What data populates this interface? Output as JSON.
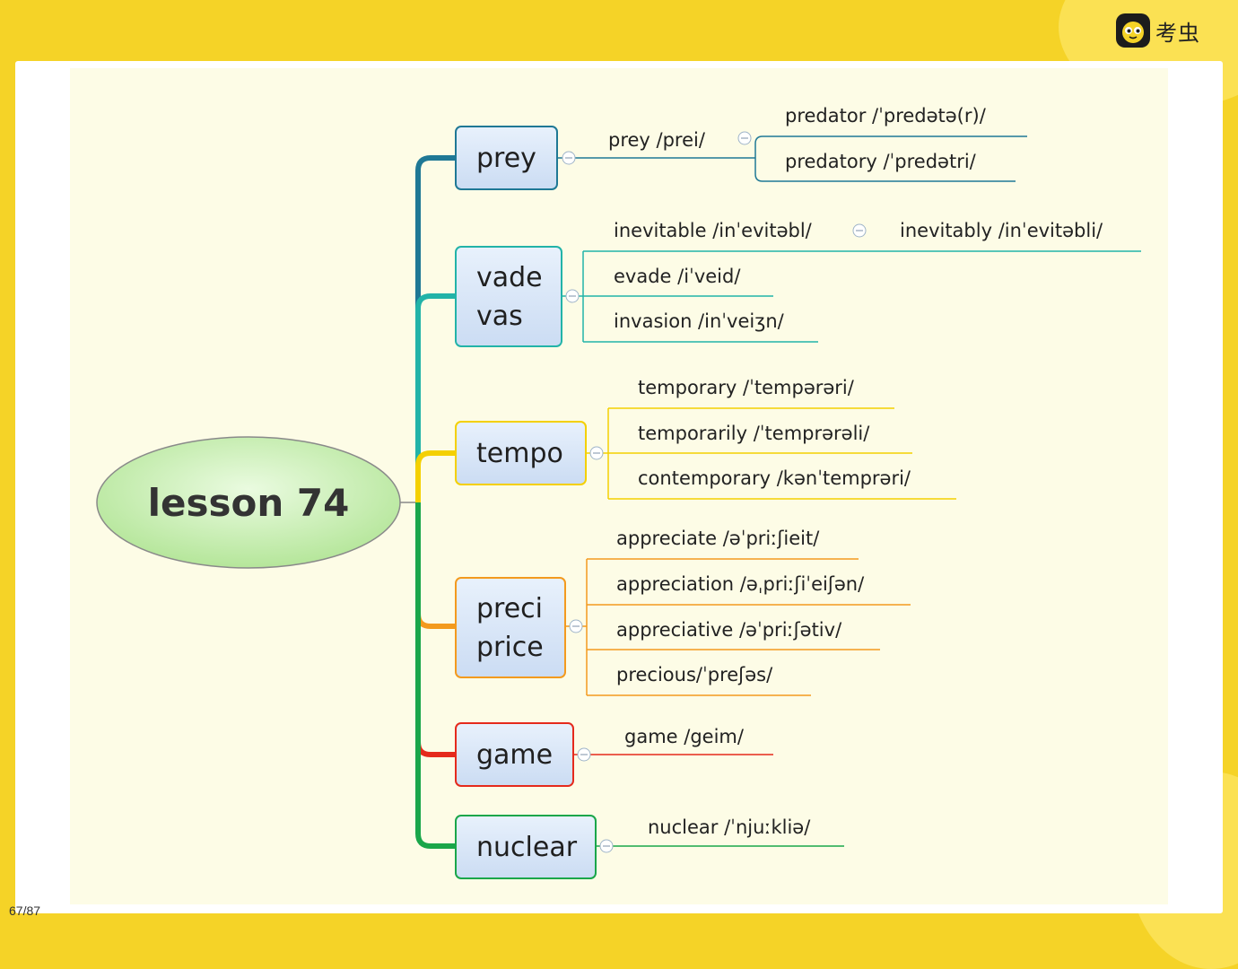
{
  "brand": {
    "name": "考虫",
    "icon": "bug-face-icon"
  },
  "page_indicator": "67/87",
  "mindmap": {
    "root": "lesson 74",
    "branches": [
      {
        "key": "prey",
        "lines": [
          "prey"
        ],
        "color": "#1f7895",
        "children": [
          {
            "text": "prey /prei/",
            "children": [
              "predator /ˈpredətə(r)/",
              "predatory /ˈpredətri/"
            ]
          }
        ]
      },
      {
        "key": "vade",
        "lines": [
          "vade",
          "vas"
        ],
        "color": "#22b3a8",
        "children": [
          {
            "text": "inevitable  /inˈevitəbl/",
            "children": [
              "inevitably  /inˈevitəbli/"
            ]
          },
          {
            "text": "evade /iˈveid/"
          },
          {
            "text": "invasion /inˈveiʒn/"
          }
        ]
      },
      {
        "key": "tempo",
        "lines": [
          "tempo"
        ],
        "color": "#f4d000",
        "children": [
          {
            "text": "temporary /ˈtempərəri/"
          },
          {
            "text": "temporarily  /ˈtemprərəli/"
          },
          {
            "text": "contemporary /kənˈtemprəri/"
          }
        ]
      },
      {
        "key": "preci",
        "lines": [
          "preci",
          "price"
        ],
        "color": "#f39a1e",
        "children": [
          {
            "text": "appreciate /əˈpriːʃieit/"
          },
          {
            "text": "appreciation  /əˌpriːʃiˈeiʃən/"
          },
          {
            "text": "appreciative  /əˈpriːʃətiv/"
          },
          {
            "text": "precious/ˈpreʃəs/"
          }
        ]
      },
      {
        "key": "game",
        "lines": [
          "game"
        ],
        "color": "#e52a1c",
        "children": [
          {
            "text": "game /geim/"
          }
        ]
      },
      {
        "key": "nuclear",
        "lines": [
          "nuclear"
        ],
        "color": "#1aa64a",
        "children": [
          {
            "text": "nuclear /ˈnjuːkliə/"
          }
        ]
      }
    ]
  },
  "colors": {
    "background": "#f5d327",
    "canvas": "#fdfce6",
    "root_fill": "#c6eeaf",
    "node_fill": "#d8e6f8",
    "node_border": "#6fa3d9"
  }
}
